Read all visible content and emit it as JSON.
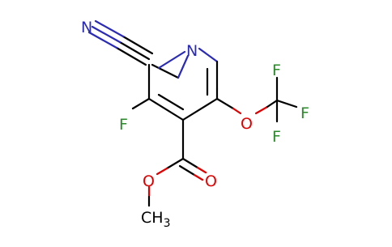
{
  "colors": {
    "carbon": "#000000",
    "nitrogen": "#2a2ab8",
    "oxygen": "#e00000",
    "fluorine": "#2a8a2a"
  },
  "atoms": {
    "nitrile_n": "N",
    "ring_n": "N",
    "ring_f": "F",
    "ether_o": "O",
    "cf3_f_top": "F",
    "cf3_f_right": "F",
    "cf3_f_bottom": "F",
    "carbonyl_o": "O",
    "ester_o": "O",
    "methyl": "CH",
    "methyl_sub": "3"
  }
}
